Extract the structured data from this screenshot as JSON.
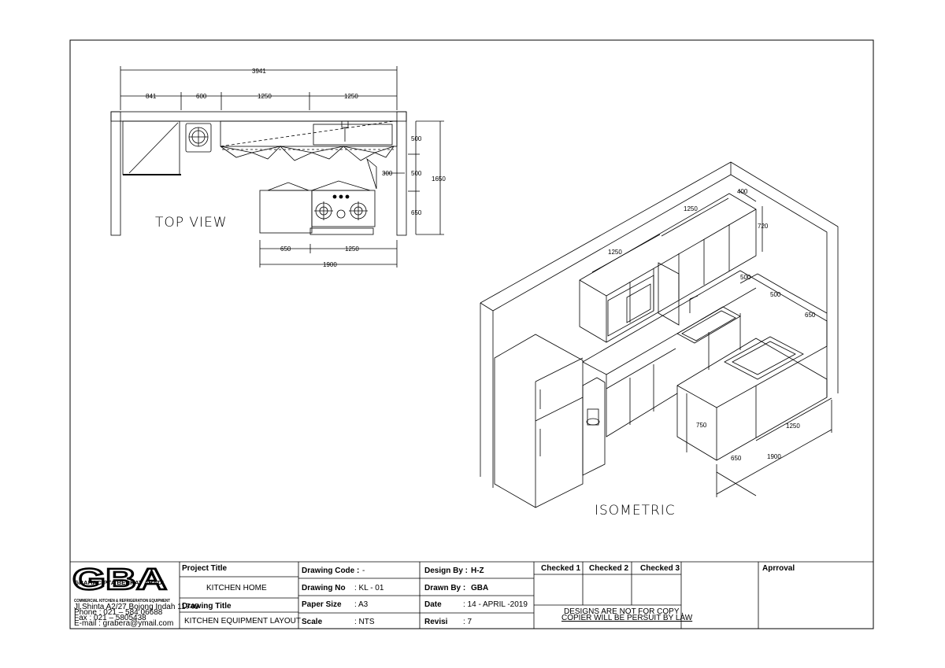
{
  "drawing": {
    "top_view_label": "TOP VIEW",
    "isometric_label": "ISOMETRIC",
    "top_dims": {
      "overall": "3941",
      "seg1": "841",
      "seg2": "600",
      "seg3": "1250",
      "seg4": "1250",
      "right_total": "1650",
      "right1": "500",
      "right2": "500",
      "right3": "650",
      "inner": "300",
      "bottom1": "650",
      "bottom2": "1250",
      "bottom_total": "1900"
    },
    "iso_dims": {
      "upper_depth": "400",
      "upper_len": "1250",
      "upper_height": "720",
      "upper_len2": "1250",
      "counter1": "500",
      "counter2": "500",
      "counter3": "650",
      "base_height": "750",
      "base_len": "1250",
      "base_depth": "650",
      "base_total": "1900"
    }
  },
  "title_block": {
    "logo": "GBA",
    "company": "GRAHACIPTA BERKAT ABADI",
    "tagline": "COMMERCIAL KITCHEN & REFRIGERATION EQUIPMENT",
    "address": "Jl.Shinta A2/27 Bojong Indah 11740",
    "phone": "Phone : 021 – 584 06688",
    "fax": "Fax : 021 – 5805438",
    "email": "E-mail : grabera@ymail.com",
    "project_title_label": "Project Title",
    "project_title": "KITCHEN HOME",
    "drawing_title_label": "Drawing Title",
    "drawing_title": "KITCHEN EQUIPMENT LAYOUT",
    "drawing_code_label": "Drawing Code :",
    "drawing_code": "-",
    "drawing_no_label": "Drawing No",
    "drawing_no": ":  KL - 01",
    "paper_size_label": "Paper Size",
    "paper_size": ":  A3",
    "scale_label": "Scale",
    "scale": ":  NTS",
    "design_by_label": "Design By :",
    "design_by": "H-Z",
    "drawn_by_label": "Drawn  By :",
    "drawn_by": "GBA",
    "date_label": "Date",
    "date": ":  14 - APRIL -2019",
    "revisi_label": "Revisi",
    "revisi": ":  7",
    "checked1": "Checked 1",
    "checked2": "Checked 2",
    "checked3": "Checked 3",
    "approval": "Aprroval",
    "copy_note1": "DESIGNS  ARE  NOT  FOR  COPY ,",
    "copy_note2": "COPIER  WILL  BE  PERSUIT  BY  LAW"
  }
}
